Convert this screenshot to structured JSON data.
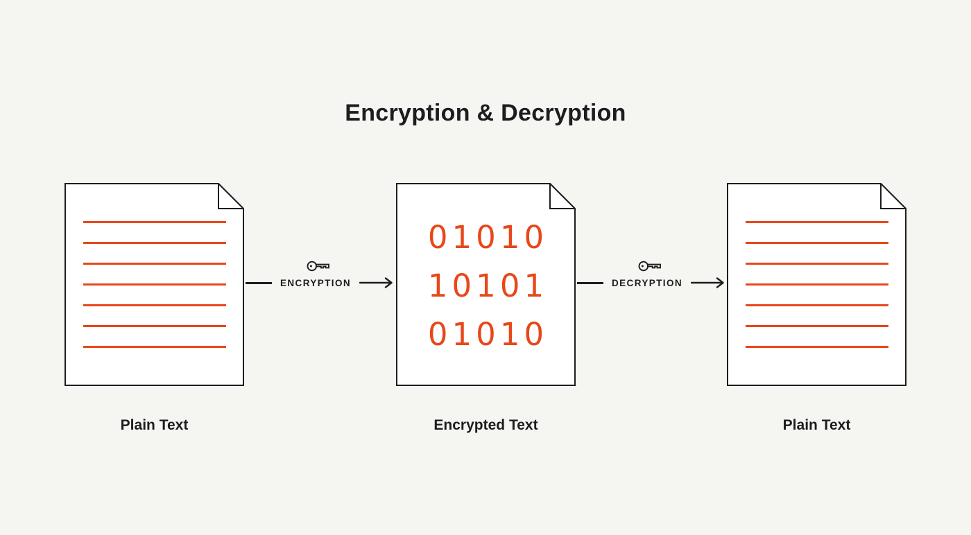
{
  "title": "Encryption & Decryption",
  "colors": {
    "accent": "#E8471A",
    "ink": "#1D1D1F",
    "paper": "#FFFFFF",
    "background": "#F5F5F2"
  },
  "documents": [
    {
      "id": "plain-text-left",
      "label": "Plain Text",
      "content_type": "lines",
      "line_count": 7
    },
    {
      "id": "encrypted-text",
      "label": "Encrypted Text",
      "content_type": "binary",
      "binary_lines": [
        "01010",
        "10101",
        "01010"
      ]
    },
    {
      "id": "plain-text-right",
      "label": "Plain Text",
      "content_type": "lines",
      "line_count": 7
    }
  ],
  "connectors": [
    {
      "id": "encryption",
      "label": "ENCRYPTION",
      "icon": "key-icon",
      "arrow": "arrow-right-icon"
    },
    {
      "id": "decryption",
      "label": "DECRYPTION",
      "icon": "key-icon",
      "arrow": "arrow-right-icon"
    }
  ]
}
